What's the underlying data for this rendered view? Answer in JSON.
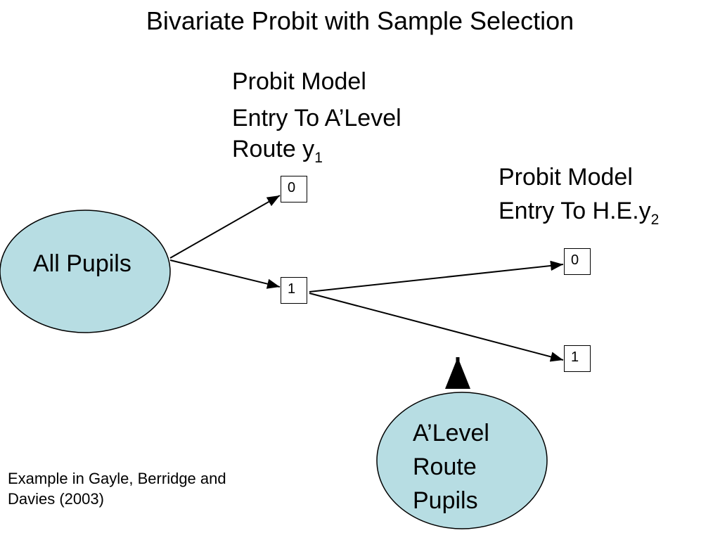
{
  "title": "Bivariate Probit with Sample Selection",
  "first_stage": {
    "line1": "Probit Model",
    "line2": "Entry To A’Level",
    "line3": "Route y",
    "subscript": "1"
  },
  "second_stage": {
    "line1": "Probit Model",
    "line2": "Entry To H.E.y",
    "subscript": "2"
  },
  "nodes": {
    "all_pupils": "All Pupils",
    "alevel_line1": "A’Level",
    "alevel_line2": "Route",
    "alevel_line3": "Pupils"
  },
  "boxes": {
    "first_0": "0",
    "first_1": "1",
    "second_0": "0",
    "second_1": "1"
  },
  "footnote": {
    "line1": "Example in Gayle, Berridge and",
    "line2": "Davies (2003)"
  },
  "colors": {
    "node_fill": "#b7dde3",
    "stroke": "#000000",
    "background": "#ffffff"
  }
}
